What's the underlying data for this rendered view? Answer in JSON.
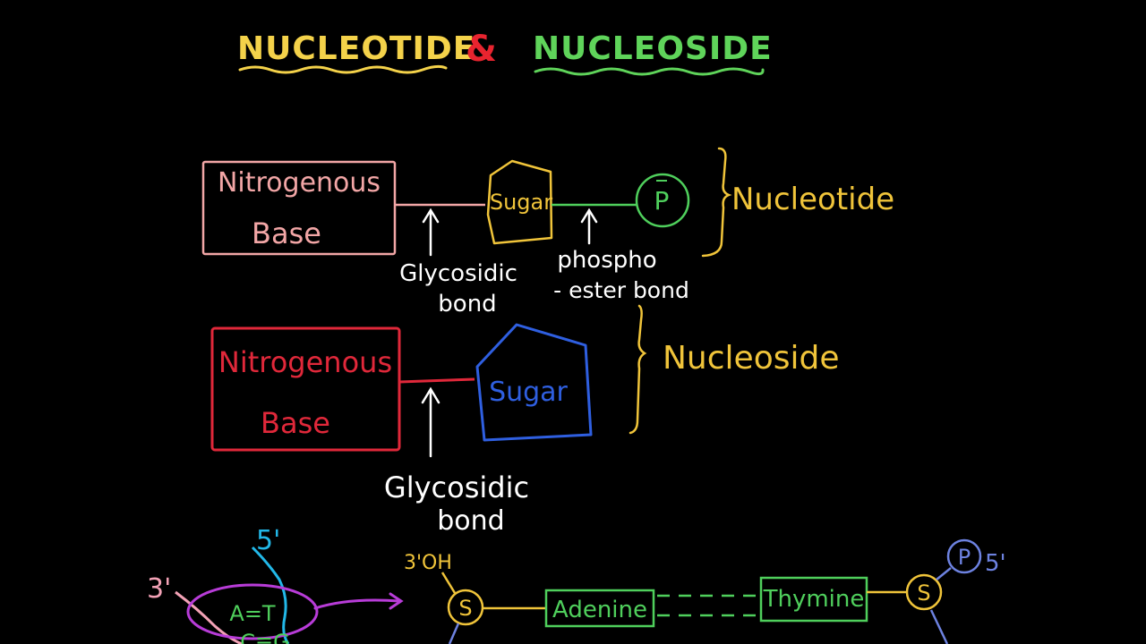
{
  "colors": {
    "background": "#000000",
    "title_left": "#f4d24a",
    "title_amp": "#e8242f",
    "title_right": "#5fd45a",
    "pink": "#f2a6a6",
    "sugar_yellow": "#f0c43a",
    "phosphate_green": "#4fcf5c",
    "white": "#ffffff",
    "red": "#e0283a",
    "blue": "#2f5fe0",
    "brace_yellow": "#f0c43a",
    "cyan": "#22b8e8",
    "magenta": "#b83cd8",
    "light_pink": "#f3a2b6",
    "periwinkle": "#6d82e0"
  },
  "title": {
    "left": "NUCLEOTIDE",
    "amp": "&",
    "right": "NUCLEOSIDE"
  },
  "nucleotide_row": {
    "base_line1": "Nitrogenous",
    "base_line2": "Base",
    "sugar": "Sugar",
    "phosphate": "P",
    "bond1_line1": "Glycosidic",
    "bond1_line2": "bond",
    "bond2_line1": "phospho",
    "bond2_line2": "- ester bond",
    "brace_label": "Nucleotide"
  },
  "nucleoside_row": {
    "base_line1": "Nitrogenous",
    "base_line2": "Base",
    "sugar": "Sugar",
    "bond_line1": "Glycosidic",
    "bond_line2": "bond",
    "brace_label": "Nucleoside"
  },
  "bottom_strand": {
    "label_5prime_top": "5'",
    "label_3prime": "3'",
    "pair_AT": "A=T",
    "pair_CG": "C≡G",
    "label_3OH": "3'OH",
    "sugar_left": "S",
    "adenine": "Adenine",
    "thymine": "Thymine",
    "sugar_right": "S",
    "phosphate": "P",
    "label_5prime_right": "5'"
  },
  "icons": [
    "arrow-up-icon",
    "arrow-right-icon",
    "curly-brace-icon",
    "pentagon-icon",
    "circle-icon"
  ]
}
